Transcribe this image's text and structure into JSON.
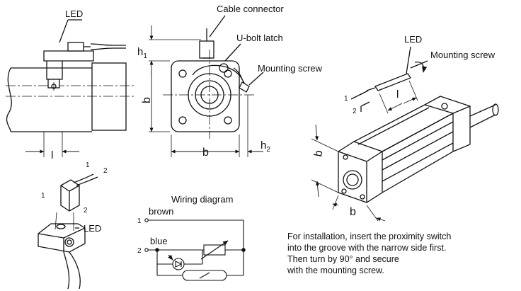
{
  "labels": {
    "led_top": "LED",
    "cable_connector": "Cable connector",
    "u_bolt_latch": "U-bolt latch",
    "mounting_screw_front": "Mounting screw",
    "h1": "h",
    "h1_sub": "1",
    "h2": "h",
    "h2_sub": "2",
    "b_vertical": "b",
    "b_front": "b",
    "l_side": "l",
    "led_right": "LED",
    "mounting_screw_right": "Mounting screw",
    "wire_1_right": "1",
    "wire_2_right": "2",
    "l_right": "l",
    "b_cyl_left": "b",
    "b_cyl_bottom": "b",
    "wire_1_iso": "1",
    "wire_2_iso": "2",
    "pin_1_iso": "1",
    "pin_2_iso": "2",
    "led_iso": "LED",
    "wiring_title": "Wiring diagram",
    "wiring_1": "1",
    "wiring_2": "2",
    "brown": "brown",
    "blue": "blue"
  },
  "caption": {
    "line1": "For installation, insert the proximity switch",
    "line2": "into the groove with the narrow side first.",
    "line3": "Then turn by 90° and secure",
    "line4": "with the mounting screw."
  }
}
